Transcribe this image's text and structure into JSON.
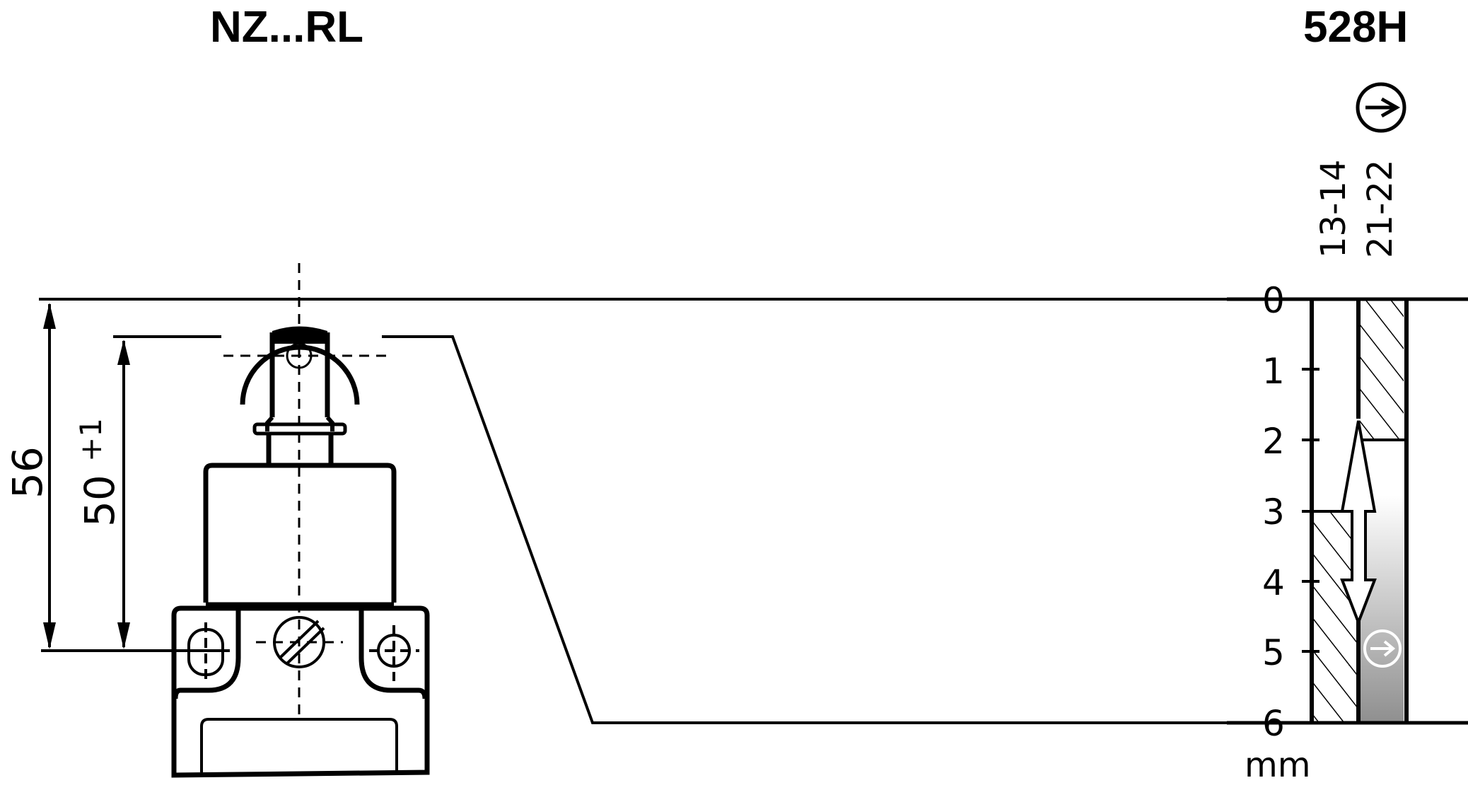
{
  "titles": {
    "left": "NZ...RL",
    "right": "528H"
  },
  "dimensions": {
    "overall_height": "56",
    "actuation_height": "50",
    "actuation_tolerance": "+1"
  },
  "contacts": {
    "labels": [
      "13-14",
      "21-22"
    ],
    "positive_opening_symbol": "arrow-in-circle-icon"
  },
  "travel_scale": {
    "ticks": [
      "0",
      "1",
      "2",
      "3",
      "4",
      "5",
      "6"
    ],
    "unit": "mm"
  },
  "chart_data": {
    "type": "table",
    "title": "528H switching travel diagram",
    "unit": "mm",
    "axis_range": [
      0,
      6
    ],
    "contacts": [
      {
        "name": "13-14",
        "type": "NO",
        "closed_from_mm": 3,
        "closed_to_mm": 6
      },
      {
        "name": "21-22",
        "type": "NC",
        "closed_from_mm": 0,
        "closed_to_mm": 2,
        "positive_opening_zone_mm": [
          2,
          6
        ]
      }
    ],
    "snap_action_arrow": {
      "from_mm": 2.6,
      "to_mm": 4.6
    },
    "colors": {
      "positive_opening_gradient_top": "#ffffff",
      "positive_opening_gradient_bottom": "#8f8f8f"
    }
  }
}
